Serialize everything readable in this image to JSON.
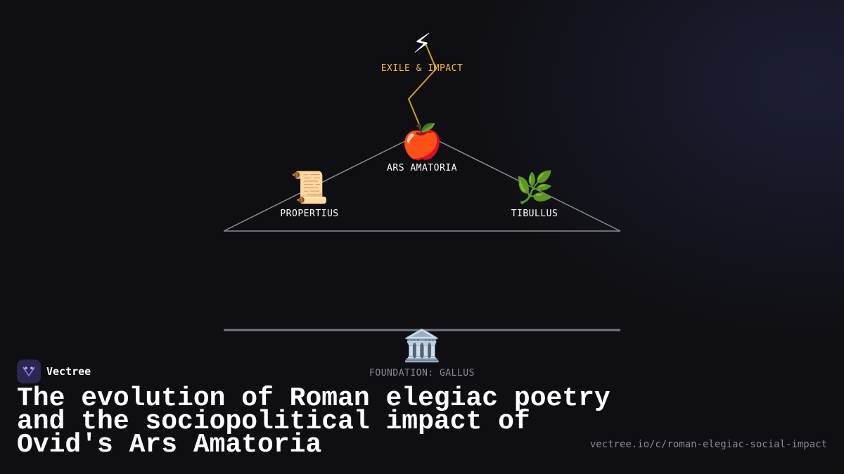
{
  "diagram": {
    "apex": {
      "icon": "⚡",
      "icon_name": "lightning-icon",
      "label": "EXILE & IMPACT",
      "color": "#f5b731"
    },
    "center": {
      "icon": "🍎",
      "icon_name": "apple-icon",
      "label": "ARS AMATORIA"
    },
    "left": {
      "icon": "📜",
      "icon_name": "scroll-icon",
      "label": "PROPERTIUS"
    },
    "right": {
      "icon": "🌿",
      "icon_name": "herb-icon",
      "label": "TIBULLUS"
    },
    "foundation": {
      "icon": "🏛️",
      "icon_name": "classical-building-icon",
      "label": "FOUNDATION: GALLUS"
    }
  },
  "brand": {
    "name": "Vectree",
    "accent": "#8b5cf6"
  },
  "title": "The evolution of Roman elegiac poetry and the sociopolitical impact of Ovid's Ars Amatoria",
  "url": "vectree.io/c/roman-elegiac-social-impact"
}
